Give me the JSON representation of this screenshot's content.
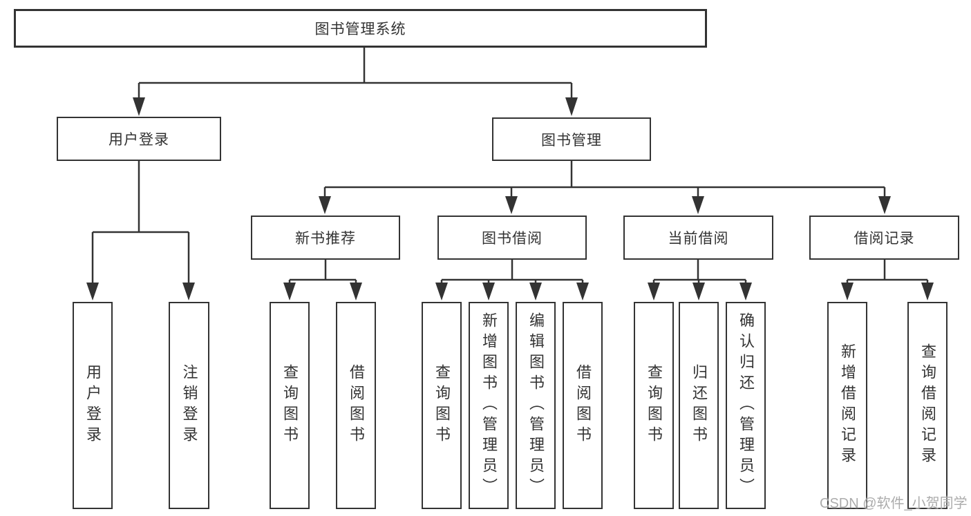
{
  "colors": {
    "line": "#333333",
    "text": "#333333",
    "box_background": "#ffffff",
    "watermark": "#a8a8a8"
  },
  "root": {
    "label": "图书管理系统"
  },
  "branches": [
    {
      "label": "用户登录"
    },
    {
      "label": "图书管理"
    }
  ],
  "modules": [
    {
      "label": "新书推荐"
    },
    {
      "label": "图书借阅"
    },
    {
      "label": "当前借阅"
    },
    {
      "label": "借阅记录"
    }
  ],
  "leaves": [
    {
      "label": "用户登录"
    },
    {
      "label": "注销登录"
    },
    {
      "label": "查询图书"
    },
    {
      "label": "借阅图书"
    },
    {
      "label": "查询图书"
    },
    {
      "label": "新增图书（管理员）"
    },
    {
      "label": "编辑图书（管理员）"
    },
    {
      "label": "借阅图书"
    },
    {
      "label": "查询图书"
    },
    {
      "label": "归还图书"
    },
    {
      "label": "确认归还（管理员）"
    },
    {
      "label": "新增借阅记录"
    },
    {
      "label": "查询借阅记录"
    }
  ],
  "watermark": {
    "text": "CSDN @软件_小贺同学"
  }
}
